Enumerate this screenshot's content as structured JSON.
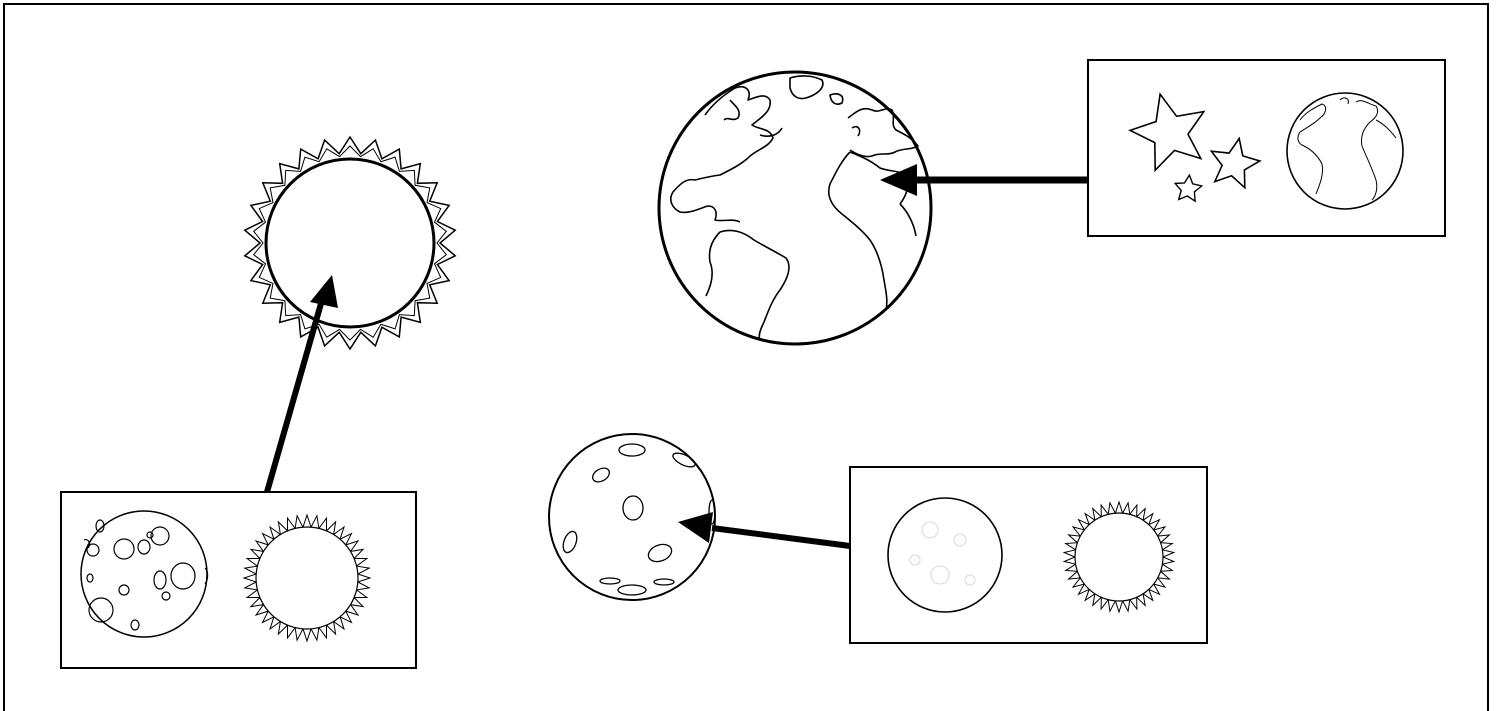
{
  "diagram": {
    "background": "#ffffff",
    "line_color": "#000000",
    "nodes": [
      {
        "id": "sun-large",
        "depicts": "sun-icon"
      },
      {
        "id": "earth-large",
        "depicts": "earth-icon"
      },
      {
        "id": "moon-large",
        "depicts": "moon-icon"
      },
      {
        "id": "box-moon-sun",
        "contains": [
          "moon-icon",
          "sun-icon"
        ]
      },
      {
        "id": "box-stars-earth",
        "contains": [
          "stars-icon",
          "earth-icon"
        ]
      },
      {
        "id": "box-moon-sun-2",
        "contains": [
          "moon-icon",
          "sun-icon"
        ]
      }
    ],
    "arrows": [
      {
        "from": "box-moon-sun",
        "to": "sun-large"
      },
      {
        "from": "box-stars-earth",
        "to": "earth-large"
      },
      {
        "from": "box-moon-sun-2",
        "to": "moon-large"
      }
    ]
  }
}
